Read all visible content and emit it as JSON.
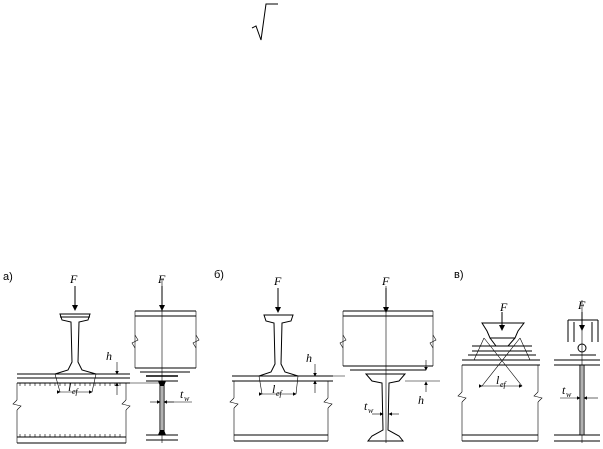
{
  "formula": {
    "radical": "√"
  },
  "panel_a": {
    "label": "а)",
    "force_left": "F",
    "force_right": "F",
    "dim_h": "h",
    "dim_lef_main": "l",
    "dim_lef_sub": "ef",
    "dim_tw_main": "t",
    "dim_tw_sub": "w"
  },
  "panel_b": {
    "label": "б)",
    "force_left": "F",
    "force_right": "F",
    "dim_h_left": "h",
    "dim_h_right": "h",
    "dim_lef_main": "l",
    "dim_lef_sub": "ef",
    "dim_tw_main": "t",
    "dim_tw_sub": "w"
  },
  "panel_c": {
    "label": "в)",
    "force_left": "F",
    "force_right": "F",
    "dim_lef_main": "l",
    "dim_lef_sub": "ef",
    "dim_tw_main": "t",
    "dim_tw_sub": "w"
  }
}
